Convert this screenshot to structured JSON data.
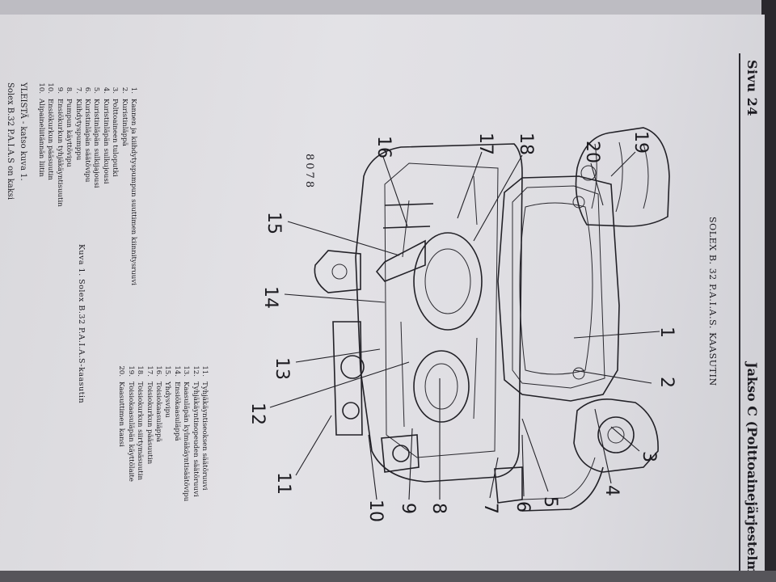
{
  "header": {
    "page_number": "Sivu 24",
    "section_title": "Jakso C (Polttoainejärjestelmä)"
  },
  "figure": {
    "title": "SOLEX B. 32 P.A.I.A.S. KAASUTIN",
    "code": "8078",
    "caption": "Kuva 1. Solex B.32 P.A.I.A.S-kaasutin"
  },
  "callouts": [
    "1",
    "2",
    "3",
    "4",
    "5",
    "6",
    "7",
    "8",
    "9",
    "10",
    "11",
    "12",
    "13",
    "14",
    "15",
    "16",
    "17",
    "18",
    "19",
    "20"
  ],
  "parts_left": [
    {
      "num": "1.",
      "text": "Kannen ja kiihdytyspumpun suuttimen kiinnitysruuvi"
    },
    {
      "num": "2.",
      "text": "Kuristinläppä"
    },
    {
      "num": "3.",
      "text": "Polttoaineen tuloputki"
    },
    {
      "num": "4.",
      "text": "Kuristinläpän sulkujousi"
    },
    {
      "num": "5.",
      "text": "Kuristinläpän sulkijajousi"
    },
    {
      "num": "6.",
      "text": "Kuristinläpän säätövipu"
    },
    {
      "num": "7.",
      "text": "Kiihdytyspumppu"
    },
    {
      "num": "8.",
      "text": "Pumpun käyttövipu"
    },
    {
      "num": "9.",
      "text": "Ensiökurkun tyhjäkäyntisuutin"
    },
    {
      "num": "10.",
      "text": "Ensiökurkun pääsuutin"
    },
    {
      "num": "10.",
      "text": "Alipaineliitännän liitin"
    }
  ],
  "parts_right": [
    {
      "num": "11.",
      "text": "Tyhjäkäyntiseoksen säätöruuvi"
    },
    {
      "num": "12.",
      "text": "Tyhjäkäyntinopeuden säätöruuvi"
    },
    {
      "num": "13.",
      "text": "Kaasuläpän kylmäkäyntisäätövipu"
    },
    {
      "num": "14.",
      "text": "Ensiökaasuläppä"
    },
    {
      "num": "15.",
      "text": "Yhdysvipu"
    },
    {
      "num": "16.",
      "text": "Toisiokaasuläppä"
    },
    {
      "num": "17.",
      "text": "Toisiokurkun pääsuutin"
    },
    {
      "num": "18.",
      "text": "Toisiokurkun siirtymäsuutin"
    },
    {
      "num": "19.",
      "text": "Toisiokaasuläpän käyttölaite"
    },
    {
      "num": "20.",
      "text": "Kaasuttimen kansi"
    }
  ],
  "general": {
    "heading": "YLEISTÄ - katso kuva 1.",
    "text": "Solex B.32 P.A.I.A.S on kaksi"
  }
}
